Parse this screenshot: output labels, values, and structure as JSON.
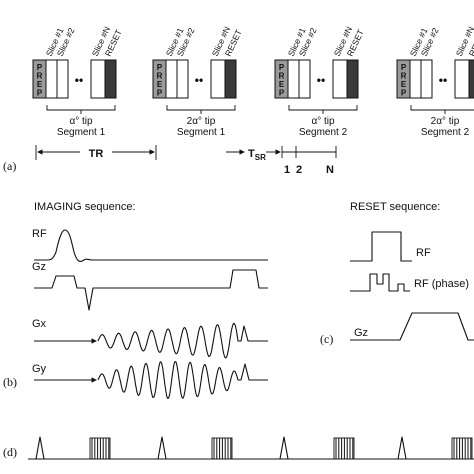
{
  "panel_a": {
    "tag": "(a)",
    "prep_letters": [
      "P",
      "R",
      "E",
      "P"
    ],
    "slice_labels": [
      "Slice #1",
      "Slice #2",
      "Slice #N",
      "RESET"
    ],
    "dots": "••",
    "blocks": [
      {
        "tip": "α° tip",
        "segment": "Segment 1"
      },
      {
        "tip": "2α° tip",
        "segment": "Segment 1"
      },
      {
        "tip": "α° tip",
        "segment": "Segment 2"
      },
      {
        "tip": "2α° tip",
        "segment": "Segment 2"
      }
    ],
    "tr_label": "TR",
    "tsr_main": "T",
    "tsr_sub": "SR",
    "index_labels": [
      "1",
      "2",
      "N"
    ]
  },
  "panel_b": {
    "tag": "(b)",
    "title": "IMAGING sequence:",
    "traces": [
      "RF",
      "Gz",
      "Gx",
      "Gy"
    ]
  },
  "panel_c": {
    "tag": "(c)",
    "title": "RESET sequence:",
    "traces": [
      "RF",
      "RF (phase)",
      "Gz"
    ]
  },
  "panel_d": {
    "tag": "(d)"
  },
  "colors": {
    "prep_fill": "#9a9a9a",
    "reset_fill": "#3a3a3a",
    "ink": "#111111"
  }
}
